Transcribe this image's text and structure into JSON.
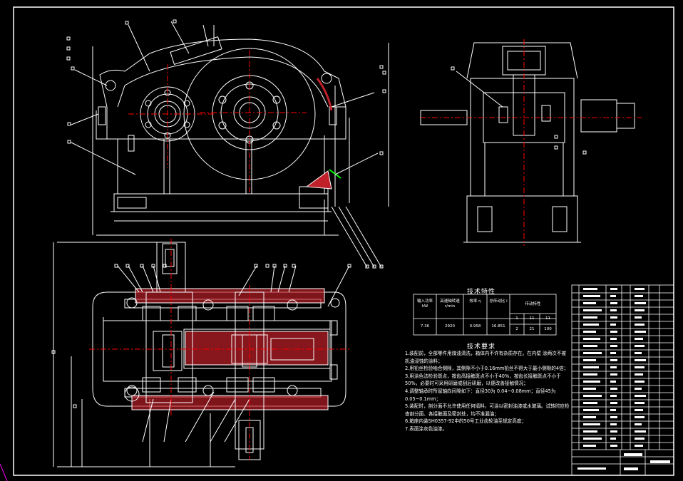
{
  "drawing": {
    "colors": {
      "background": "#000000",
      "line": "#ffffff",
      "centerline": "#ff0000",
      "hatch": "#c0202a",
      "highlight": "#00ff00"
    }
  },
  "spec_table": {
    "title": "技术特性",
    "headers": [
      "输入功率 kW",
      "高速轴转速 r/min",
      "效率 η",
      "总传动比 i",
      "传动特性"
    ],
    "values": [
      "7.36",
      "2920",
      "0.958",
      "16.851"
    ],
    "transmission": [
      [
        "1",
        "11",
        "11"
      ],
      [
        "2",
        "21",
        "100"
      ]
    ]
  },
  "requirements": {
    "title": "技术要求",
    "items": [
      "1.装配前，全部零件用煤油清洗，箱体内不许有杂质存在。在内壁 涂两次不被机油浸蚀的涂料；",
      "2.用铅丝检验啮合侧隙，其侧隙不小于0.16mm铅丝不得大于最小侧隙的4倍；",
      "3.用涂色法检验斑点，按齿高接触斑点不小于40%，按齿长接触斑点不小于50%，必要时可采用研磨或刮后研磨，以便改善接触情况；",
      "4.调整轴承时所留轴向间隙如下：直径30为 0.04~0.08mm；直径45为0.05~0.1mm；",
      "5.装配时，剖分面不允许使用任何填料，可涂以密封油漆或水玻璃。试转时应检查剖分面、各接触面及密封处，均不准漏油；",
      "6.箱座内装SH0357-92中的50号工业齿轮油至规定高度；",
      "7.表面涂灰色油漆。"
    ]
  }
}
